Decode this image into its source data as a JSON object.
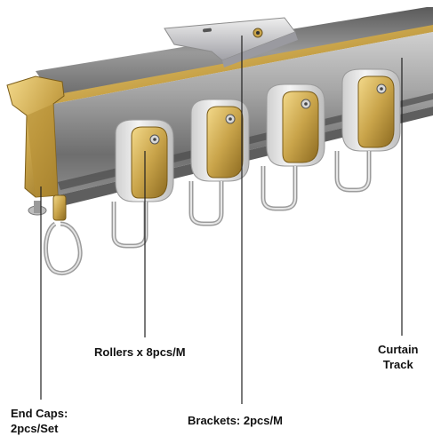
{
  "labels": {
    "end_caps": {
      "line1": "End Caps:",
      "line2": "2pcs/Set"
    },
    "rollers": "Rollers x 8pcs/M",
    "brackets": "Brackets: 2pcs/M",
    "curtain_track": {
      "line1": "Curtain",
      "line2": "Track"
    }
  },
  "colors": {
    "track_metal": "#8a8a8a",
    "gold_trim": "#c9a44a",
    "bracket_silver": "#c8c8cc",
    "roller_white": "#eeeeee",
    "callout_line": "#222222"
  },
  "components": {
    "roller_count_shown": 4
  }
}
